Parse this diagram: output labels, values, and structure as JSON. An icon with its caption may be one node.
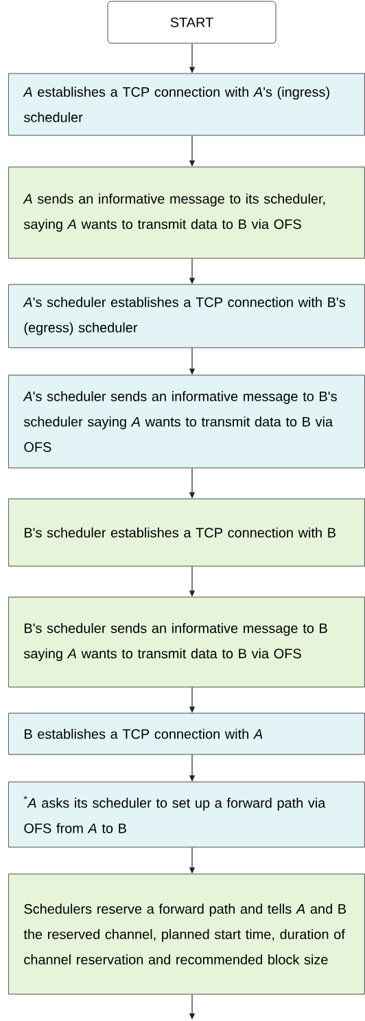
{
  "diagram": {
    "nodes": [
      {
        "text": [
          "START"
        ]
      },
      {
        "text": [
          "*A* establishes a TCP connection with *A*'s (ingress) scheduler"
        ]
      },
      {
        "text": [
          "*A* sends an informative message to its scheduler, saying *A* wants to transmit data to B via OFS"
        ]
      },
      {
        "text": [
          "*A*'s scheduler establishes a TCP connection with B's (egress) scheduler"
        ]
      },
      {
        "text": [
          "*A*'s scheduler sends an informative message to B's scheduler saying *A* wants to transmit data to B via OFS"
        ]
      },
      {
        "text": [
          "B's scheduler establishes a TCP connection with B"
        ]
      },
      {
        "text": [
          "B's scheduler sends an informative message to B saying *A* wants to transmit data to B via OFS"
        ]
      },
      {
        "text": [
          "B establishes a TCP connection with *A*"
        ]
      },
      {
        "text": [
          "$^{*}$*A* asks its scheduler to set up a forward path via OFS from *A* to B"
        ]
      },
      {
        "text": [
          "Schedulers reserve a forward path and tells *A* and B the reserved channel, planned start time, duration of channel reservation and recommended block size"
        ]
      }
    ],
    "edges": [
      {
        "from": 0,
        "to": 1,
        "arrow": "to"
      },
      {
        "from": 1,
        "to": 2,
        "arrow": "to"
      },
      {
        "from": 2,
        "to": 3,
        "arrow": "to"
      },
      {
        "from": 3,
        "to": 4,
        "arrow": "to"
      },
      {
        "from": 4,
        "to": 5,
        "arrow": "to"
      },
      {
        "from": 5,
        "to": 6,
        "arrow": "to"
      },
      {
        "from": 6,
        "to": 7,
        "arrow": "to"
      },
      {
        "from": 7,
        "to": 8,
        "arrow": "to"
      },
      {
        "from": 8,
        "to": 9,
        "arrow": "to"
      },
      {
        "from": 9,
        "to": null,
        "arrow": "to"
      }
    ]
  }
}
